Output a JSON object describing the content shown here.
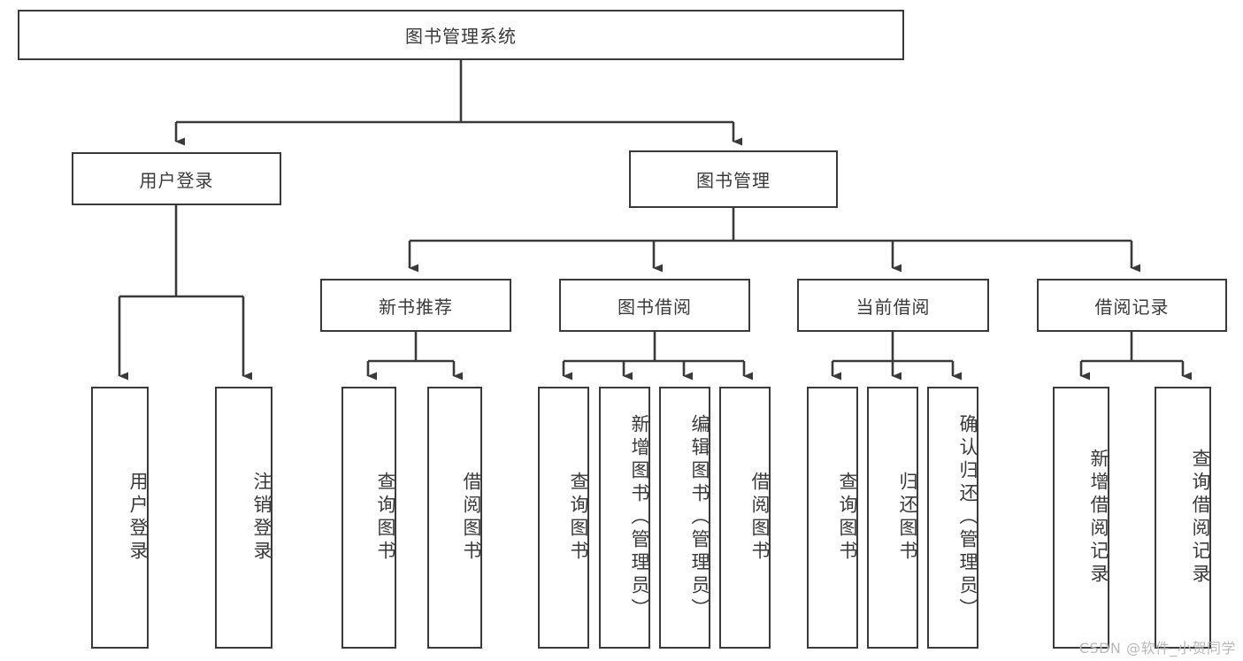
{
  "diagram": {
    "title": "图书管理系统",
    "type": "tree",
    "watermark": "CSDN @软件_小贺同学",
    "colors": {
      "stroke": "#3a3a3a",
      "fill": "#ffffff",
      "background": "#ffffff",
      "watermark": "#b9b9b9"
    },
    "root": {
      "label": "图书管理系统"
    },
    "level1": [
      {
        "label": "用户登录"
      },
      {
        "label": "图书管理"
      }
    ],
    "level2": [
      {
        "label": "新书推荐"
      },
      {
        "label": "图书借阅"
      },
      {
        "label": "当前借阅"
      },
      {
        "label": "借阅记录"
      }
    ],
    "leaves": {
      "user_login": [
        {
          "label": "用户登录"
        },
        {
          "label": "注销登录"
        }
      ],
      "new_book": [
        {
          "label": "查询图书"
        },
        {
          "label": "借阅图书"
        }
      ],
      "book_borrow": [
        {
          "label": "查询图书"
        },
        {
          "label": "新增图书（管理员）"
        },
        {
          "label": "编辑图书（管理员）"
        },
        {
          "label": "借阅图书"
        }
      ],
      "current_borrow": [
        {
          "label": "查询图书"
        },
        {
          "label": "归还图书"
        },
        {
          "label": "确认归还（管理员）"
        }
      ],
      "borrow_record": [
        {
          "label": "新增借阅记录"
        },
        {
          "label": "查询借阅记录"
        }
      ]
    }
  }
}
